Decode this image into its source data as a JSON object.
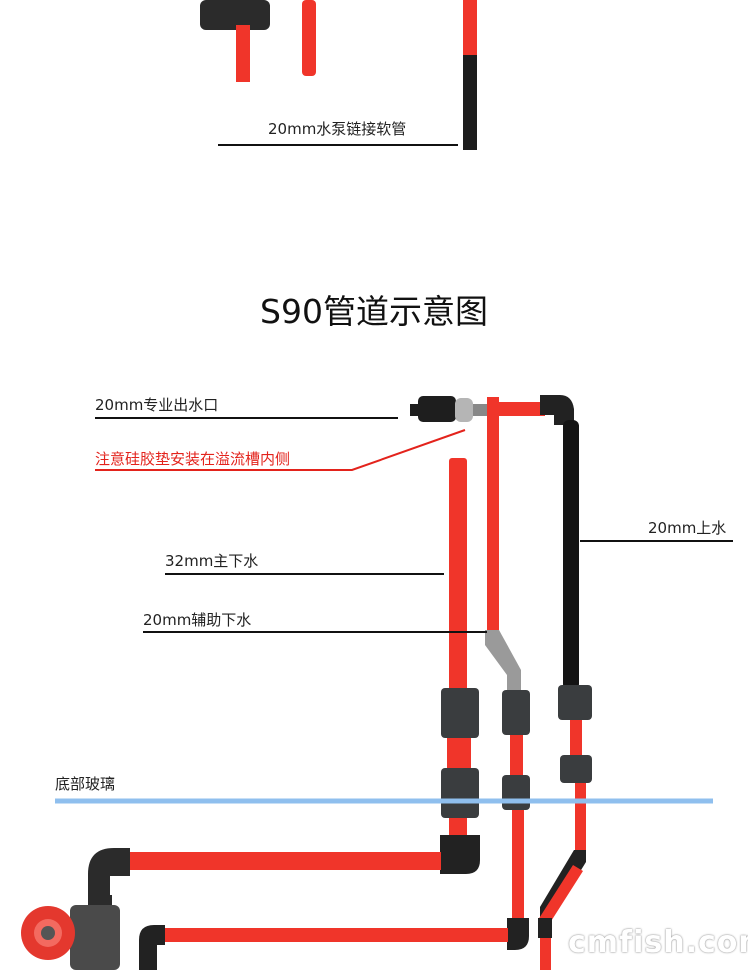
{
  "top_section": {
    "hose_label": "20mm水泵链接软管"
  },
  "title": "S90管道示意图",
  "labels": {
    "outlet": "20mm专业出水口",
    "gasket_note": "注意硅胶垫安装在溢流槽内侧",
    "return_up": "20mm上水",
    "main_drain": "32mm主下水",
    "aux_drain": "20mm辅助下水",
    "bottom_glass": "底部玻璃"
  },
  "watermark": "cmfish.com",
  "colors": {
    "pipe_red": "#f0352a",
    "fitting_black": "#2b2b2b",
    "note_red": "#e3231c",
    "glass_blue": "#8fbfee"
  }
}
